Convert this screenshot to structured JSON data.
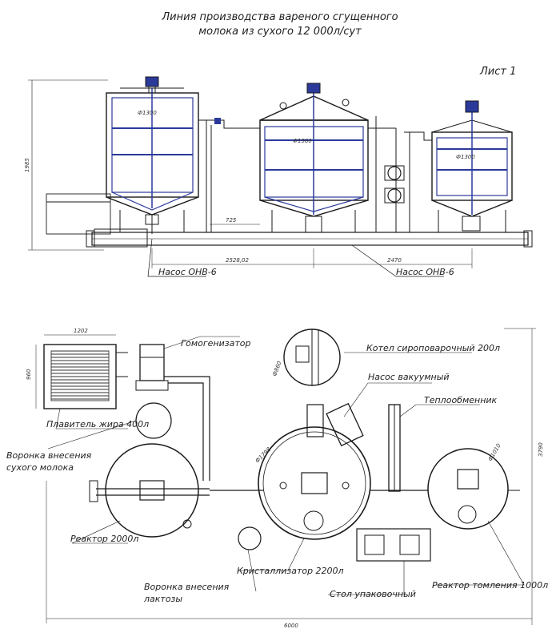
{
  "title": {
    "line1": "Линия производства вареного сгущенного",
    "line2": "молока из сухого 12 000л/сут"
  },
  "sheet_label": "Лист 1",
  "elevation_view": {
    "height_dim": "1985",
    "tank_diameters": [
      "Ф1300",
      "Ф1580",
      "Ф1300"
    ],
    "dims": [
      "725",
      "2528,02",
      "2470"
    ],
    "pump_labels": [
      "Насос ОНВ-6",
      "Насос ОНВ-6"
    ]
  },
  "plan_view": {
    "dim_top": "1202",
    "dim_side": "960",
    "dim_right": "3790",
    "dim_bottom": "6000",
    "small_dims": [
      "Ф860",
      "Ф1798",
      "Ф1010"
    ],
    "labels": {
      "homogenizer": "Гомогенизатор",
      "syrup_boiler": "Котел сироповарочный 200л",
      "vacuum_pump": "Насос вакуумный",
      "heat_exchanger": "Теплообменник",
      "fat_melter": "Плавитель жира 400л",
      "milk_funnel_1": "Воронка внесения",
      "milk_funnel_2": "сухого молока",
      "reactor_2000": "Реактор 2000л",
      "lactose_funnel_1": "Воронка внесения",
      "lactose_funnel_2": "лактозы",
      "crystallizer": "Кристаллизатор 2200л",
      "packing_table": "Стол упаковочный",
      "reactor_1000": "Реактор томления 1000л"
    }
  },
  "colors": {
    "line": "#1a1a1a",
    "accent": "#2b3a9a",
    "pipe": "#444444"
  }
}
